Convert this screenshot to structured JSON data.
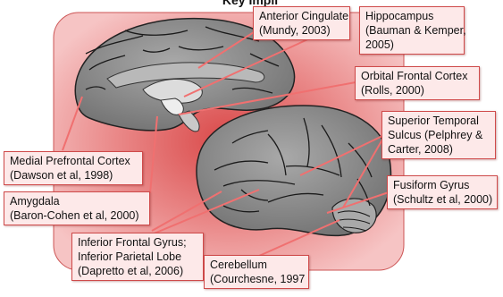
{
  "title_fragment": "Key Impli",
  "labels": {
    "anterior_cingulate": {
      "lines": [
        "Anterior Cingulate",
        "(Mundy, 2003)"
      ]
    },
    "hippocampus": {
      "lines": [
        "Hippocampus",
        "(Bauman & Kemper,",
        "2005)"
      ]
    },
    "orbital_frontal": {
      "lines": [
        "Orbital Frontal Cortex",
        "(Rolls, 2000)"
      ]
    },
    "superior_temporal": {
      "lines": [
        "Superior Temporal",
        "Sulcus (Pelphrey &",
        "Carter, 2008)"
      ]
    },
    "fusiform": {
      "lines": [
        "Fusiform Gyrus",
        "(Schultz et al, 2000)"
      ]
    },
    "medial_prefrontal": {
      "lines": [
        "Medial Prefrontal Cortex",
        "(Dawson et al, 1998)"
      ]
    },
    "amygdala": {
      "lines": [
        "Amygdala",
        "(Baron-Cohen et al, 2000)"
      ]
    },
    "inferior_frontal": {
      "lines": [
        "Inferior Frontal Gyrus;",
        "Inferior Parietal Lobe",
        "(Dapretto et al, 2006)"
      ]
    },
    "cerebellum": {
      "lines": [
        "Cerebellum",
        "(Courchesne, 1997"
      ]
    }
  },
  "colors": {
    "panel_outer": "#f2a6a6",
    "panel_inner": "#e05a5a",
    "label_fill": "#fde9e9",
    "label_border": "#cf4a4a",
    "pointer": "#f07070",
    "brain_gray": "#8c8c8c",
    "sulcus": "#1a1a1a"
  },
  "icons": [
    "medial-brain-illustration",
    "lateral-brain-illustration"
  ]
}
